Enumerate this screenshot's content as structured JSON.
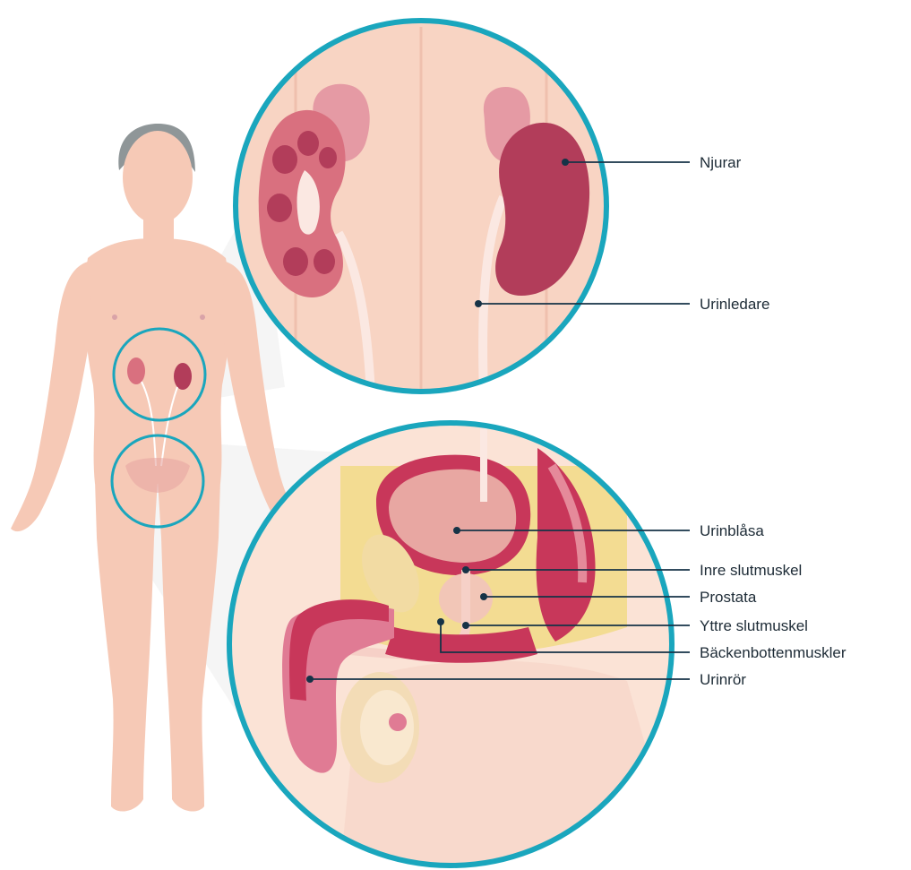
{
  "colors": {
    "ring": "#1aa6bd",
    "skin": "#f6c9b6",
    "hair": "#8f9698",
    "kidney": "#b23d5a",
    "kidney_cortex": "#d9707f",
    "adrenal": "#e59aa4",
    "bladder": "#e8a7a2",
    "muscle": "#c8375a",
    "fat": "#f3dc92",
    "leader": "#163347"
  },
  "labels": {
    "njurar": "Njurar",
    "urinledare": "Urinledare",
    "urinblasa": "Urinblåsa",
    "inre_slutmuskel": "Inre slutmuskel",
    "prostata": "Prostata",
    "yttre_slutmuskel": "Yttre slutmuskel",
    "backenbottenmuskler": "Bäckenbottenmuskler",
    "urinror": "Urinrör"
  }
}
